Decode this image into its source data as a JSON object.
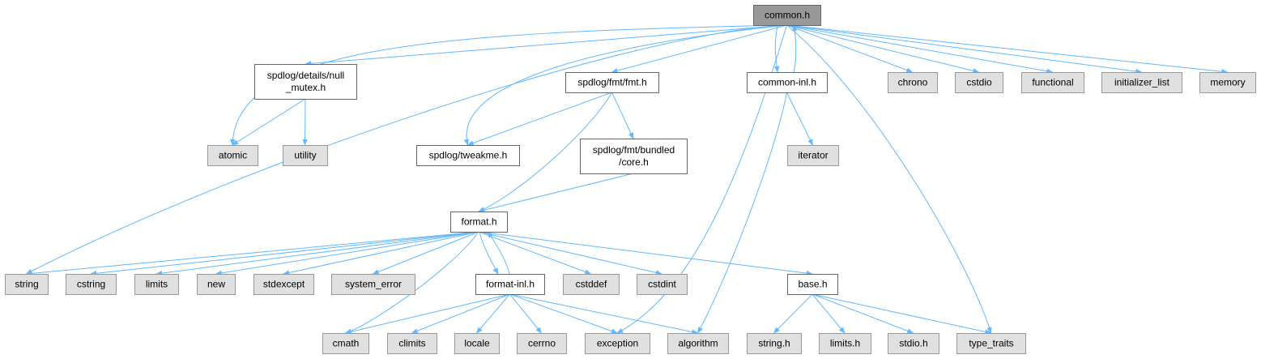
{
  "diagram": {
    "colors": {
      "edge": "#63b8ff",
      "root_fill": "#999999",
      "root_border": "#666666",
      "local_fill": "#ffffff",
      "local_border": "#666666",
      "system_fill": "#e0e0e0",
      "system_border": "#999999"
    },
    "nodes": [
      {
        "id": "common_h",
        "kind": "root",
        "lines": [
          "common.h"
        ]
      },
      {
        "id": "null_mutex",
        "kind": "local",
        "lines": [
          "spdlog/details/null",
          "_mutex.h"
        ]
      },
      {
        "id": "fmt_h",
        "kind": "local",
        "lines": [
          "spdlog/fmt/fmt.h"
        ]
      },
      {
        "id": "common_inl",
        "kind": "local",
        "lines": [
          "common-inl.h"
        ]
      },
      {
        "id": "chrono",
        "kind": "system",
        "lines": [
          "chrono"
        ]
      },
      {
        "id": "cstdio",
        "kind": "system",
        "lines": [
          "cstdio"
        ]
      },
      {
        "id": "functional",
        "kind": "system",
        "lines": [
          "functional"
        ]
      },
      {
        "id": "initializer_list",
        "kind": "system",
        "lines": [
          "initializer_list"
        ]
      },
      {
        "id": "memory",
        "kind": "system",
        "lines": [
          "memory"
        ]
      },
      {
        "id": "atomic",
        "kind": "system",
        "lines": [
          "atomic"
        ]
      },
      {
        "id": "utility",
        "kind": "system",
        "lines": [
          "utility"
        ]
      },
      {
        "id": "tweakme",
        "kind": "local",
        "lines": [
          "spdlog/tweakme.h"
        ]
      },
      {
        "id": "core_h",
        "kind": "local",
        "lines": [
          "spdlog/fmt/bundled",
          "/core.h"
        ]
      },
      {
        "id": "iterator",
        "kind": "system",
        "lines": [
          "iterator"
        ]
      },
      {
        "id": "format_h",
        "kind": "local",
        "lines": [
          "format.h"
        ]
      },
      {
        "id": "string",
        "kind": "system",
        "lines": [
          "string"
        ]
      },
      {
        "id": "cstring",
        "kind": "system",
        "lines": [
          "cstring"
        ]
      },
      {
        "id": "limits",
        "kind": "system",
        "lines": [
          "limits"
        ]
      },
      {
        "id": "new",
        "kind": "system",
        "lines": [
          "new"
        ]
      },
      {
        "id": "stdexcept",
        "kind": "system",
        "lines": [
          "stdexcept"
        ]
      },
      {
        "id": "system_error",
        "kind": "system",
        "lines": [
          "system_error"
        ]
      },
      {
        "id": "format_inl",
        "kind": "local",
        "lines": [
          "format-inl.h"
        ]
      },
      {
        "id": "cstddef",
        "kind": "system",
        "lines": [
          "cstddef"
        ]
      },
      {
        "id": "cstdint",
        "kind": "system",
        "lines": [
          "cstdint"
        ]
      },
      {
        "id": "base_h",
        "kind": "local",
        "lines": [
          "base.h"
        ]
      },
      {
        "id": "cmath",
        "kind": "system",
        "lines": [
          "cmath"
        ]
      },
      {
        "id": "climits",
        "kind": "system",
        "lines": [
          "climits"
        ]
      },
      {
        "id": "locale",
        "kind": "system",
        "lines": [
          "locale"
        ]
      },
      {
        "id": "cerrno",
        "kind": "system",
        "lines": [
          "cerrno"
        ]
      },
      {
        "id": "exception",
        "kind": "system",
        "lines": [
          "exception"
        ]
      },
      {
        "id": "algorithm",
        "kind": "system",
        "lines": [
          "algorithm"
        ]
      },
      {
        "id": "string_h",
        "kind": "system",
        "lines": [
          "string.h"
        ]
      },
      {
        "id": "limits_h",
        "kind": "system",
        "lines": [
          "limits.h"
        ]
      },
      {
        "id": "stdio_h",
        "kind": "system",
        "lines": [
          "stdio.h"
        ]
      },
      {
        "id": "type_traits",
        "kind": "system",
        "lines": [
          "type_traits"
        ]
      }
    ],
    "edges": [
      [
        "common_h",
        "null_mutex"
      ],
      [
        "common_h",
        "fmt_h"
      ],
      [
        "common_h",
        "common_inl"
      ],
      [
        "common_h",
        "chrono"
      ],
      [
        "common_h",
        "cstdio"
      ],
      [
        "common_h",
        "functional"
      ],
      [
        "common_h",
        "initializer_list"
      ],
      [
        "common_h",
        "memory"
      ],
      [
        "common_h",
        "atomic"
      ],
      [
        "common_h",
        "tweakme"
      ],
      [
        "common_h",
        "string"
      ],
      [
        "common_h",
        "exception"
      ],
      [
        "common_h",
        "type_traits"
      ],
      [
        "null_mutex",
        "atomic"
      ],
      [
        "null_mutex",
        "utility"
      ],
      [
        "fmt_h",
        "tweakme"
      ],
      [
        "fmt_h",
        "core_h"
      ],
      [
        "fmt_h",
        "format_h"
      ],
      [
        "core_h",
        "format_h"
      ],
      [
        "common_inl",
        "common_h"
      ],
      [
        "common_inl",
        "iterator"
      ],
      [
        "common_inl",
        "algorithm"
      ],
      [
        "format_h",
        "string"
      ],
      [
        "format_h",
        "cstring"
      ],
      [
        "format_h",
        "limits"
      ],
      [
        "format_h",
        "new"
      ],
      [
        "format_h",
        "stdexcept"
      ],
      [
        "format_h",
        "system_error"
      ],
      [
        "format_h",
        "format_inl"
      ],
      [
        "format_h",
        "cstddef"
      ],
      [
        "format_h",
        "cstdint"
      ],
      [
        "format_h",
        "base_h"
      ],
      [
        "format_h",
        "cmath"
      ],
      [
        "format_inl",
        "format_h"
      ],
      [
        "format_inl",
        "cmath"
      ],
      [
        "format_inl",
        "climits"
      ],
      [
        "format_inl",
        "locale"
      ],
      [
        "format_inl",
        "cerrno"
      ],
      [
        "format_inl",
        "exception"
      ],
      [
        "format_inl",
        "algorithm"
      ],
      [
        "base_h",
        "string_h"
      ],
      [
        "base_h",
        "limits_h"
      ],
      [
        "base_h",
        "stdio_h"
      ],
      [
        "base_h",
        "type_traits"
      ]
    ]
  }
}
